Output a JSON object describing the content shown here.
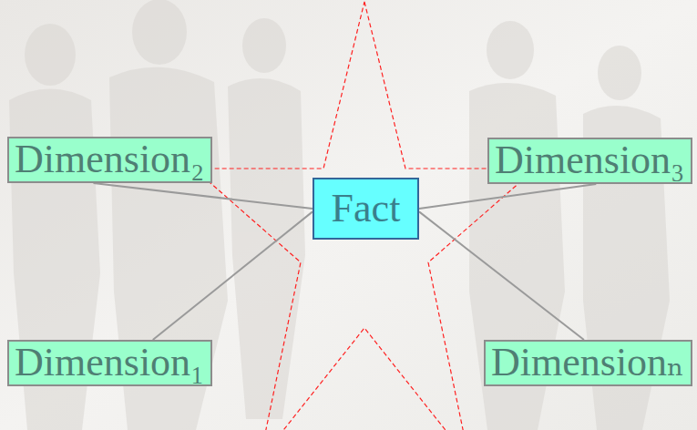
{
  "diagram": {
    "nodes": [
      {
        "text": [
          "Dimension₂"
        ]
      },
      {
        "text": [
          "Dimension₃"
        ]
      },
      {
        "text": [
          "Fact"
        ]
      },
      {
        "text": [
          "Dimension₁"
        ]
      },
      {
        "text": [
          "Dimensionₙ"
        ]
      }
    ],
    "edges": [
      {
        "from": 0,
        "to": 2,
        "arrow": "none"
      },
      {
        "from": 1,
        "to": 2,
        "arrow": "none"
      },
      {
        "from": 3,
        "to": 2,
        "arrow": "none"
      },
      {
        "from": 4,
        "to": 2,
        "arrow": "none"
      }
    ]
  }
}
